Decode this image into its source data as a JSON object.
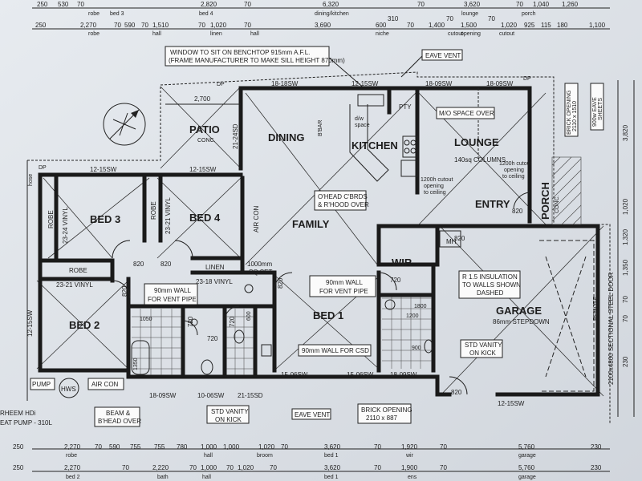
{
  "rooms": {
    "patio": "PATIO",
    "patio_sub": "CONC.",
    "dining": "DINING",
    "kitchen": "KITCHEN",
    "lounge": "LOUNGE",
    "bed3": "BED 3",
    "bed4": "BED 4",
    "family": "FAMILY",
    "entry": "ENTRY",
    "porch": "PORCH",
    "porch_sub": "CONC.",
    "wir": "WIR",
    "bed2": "BED 2",
    "bed1": "BED 1",
    "garage": "GARAGE",
    "garage_sub": "86mm STEPDOWN",
    "robe": "ROBE",
    "linen": "LINEN",
    "pty": "PTY",
    "bbar": "B'BAR"
  },
  "notes": {
    "window_line1": "WINDOW TO SIT ON BENCHTOP 915mm A.F.L.",
    "window_line2": "(FRAME MANUFACTURER TO MAKE SILL HEIGHT 870mm)",
    "eave_vent_top": "EAVE VENT",
    "eave_vent_bottom": "EAVE VENT",
    "mo_space": "M/O SPACE OVER",
    "columns": "140sq COLUMNS",
    "ohead_1": "O'HEAD C'BRDS",
    "ohead_2": "& R'HOOD OVER",
    "vent_pipe_bed1_1": "90mm WALL",
    "vent_pipe_bed1_2": "FOR VENT PIPE",
    "vent_pipe_bath_1": "90mm WALL",
    "vent_pipe_bath_2": "FOR VENT PIPE",
    "csd_wall": "90mm WALL FOR CSD",
    "insulation_1": "R 1.5 INSULATION",
    "insulation_2": "TO WALLS SHOWN",
    "insulation_3": "DASHED",
    "std_vanity_1": "STD VANITY",
    "std_vanity_2": "ON KICK",
    "std_vanity_b1": "STD VANITY",
    "std_vanity_b2": "ON KICK",
    "beam_1": "BEAM &",
    "beam_2": "B'HEAD OVER",
    "brick_opening_1": "BRICK OPENING",
    "brick_opening_2": "2110 x 887",
    "brick_side_1": "BRICK OPENING",
    "brick_side_2": "2110 x 1510",
    "eave_sheets_1": "900w EAVE",
    "eave_sheets_2": "SHEETS",
    "sectional_door": "2100x4800 SECTIONAL STEEL DOOR",
    "pump": "PUMP",
    "hws": "HWS",
    "aircon": "AIR CON",
    "aircon_v": "AIR CON",
    "rheem_1": "RHEEM HDi",
    "rheem_2": "EAT PUMP - 310L",
    "remote": "REMOTE",
    "mh": "MH",
    "sq_set": "1000mm",
    "sq_set2": "SQ SET",
    "hose_cock": "hose",
    "dp": "DP",
    "cutout_1": "1200h cutout",
    "cutout_2": "opening",
    "cutout_3": "to ceiling",
    "dw": "d/w",
    "dw2": "space"
  },
  "walls": {
    "v1": "23-24 VINYL",
    "v2": "23-21 VINYL",
    "v3": "23-21 VINYL",
    "v4": "23-18 VINYL",
    "w1": "12-15SW",
    "w2": "12-15SW",
    "w3": "18-18SW",
    "w4": "12-15SW",
    "w5": "18-09SW",
    "w6": "18-09SW",
    "w7": "21-24SD",
    "w8": "12-15SW",
    "w9": "18-09SW",
    "w10": "10-06SW",
    "w11": "21-15SD",
    "w12": "15-06SW",
    "w13": "15-06SW",
    "w14": "18-09SW",
    "w15": "12-15SW",
    "d820": "820",
    "d720": "720"
  },
  "top_dims_1": [
    "250",
    "530",
    "70",
    "2,820",
    "70",
    "6,320",
    "70",
    "3,620",
    "70",
    "1,040",
    "1,260"
  ],
  "top_dims_1_labels": [
    "robe",
    "bed 3",
    "bed 4",
    "dining/kitchen",
    "lounge",
    "porch"
  ],
  "top_dims_2": [
    "250",
    "2,270",
    "70",
    "590",
    "70",
    "1,510",
    "70",
    "1,020",
    "70",
    "3,690",
    "600",
    "310",
    "70",
    "1,400",
    "70",
    "1,500",
    "70",
    "1,020",
    "925",
    "115",
    "180",
    "1,100"
  ],
  "top_dims_2_labels": [
    "robe",
    "hall",
    "linen",
    "hall",
    "niche",
    "cutout",
    "opening",
    "cutout"
  ],
  "top_mid": "2,700",
  "bottom_dims_1": [
    "250",
    "2,270",
    "70",
    "590",
    "755",
    "755",
    "780",
    "1,000",
    "1,000",
    "1,020",
    "70",
    "3,620",
    "70",
    "1,920",
    "70",
    "5,760",
    "230"
  ],
  "bottom_dims_1_labels": [
    "robe",
    "hall",
    "broom",
    "bed 1",
    "wir",
    "garage"
  ],
  "bottom_dims_2": [
    "250",
    "2,270",
    "70",
    "2,220",
    "70",
    "1,000",
    "70",
    "1,020",
    "70",
    "3,620",
    "70",
    "1,900",
    "70",
    "5,760",
    "230"
  ],
  "bottom_dims_2_labels": [
    "bed 2",
    "bath",
    "hall",
    "bed 1",
    "ens",
    "garage"
  ],
  "right_dims": [
    "3,820",
    "1,020",
    "1,320",
    "1,350",
    "70",
    "70",
    "230"
  ],
  "door_dims": {
    "d1": "1200",
    "d2": "1800",
    "d3": "1350",
    "d4": "1050",
    "d5": "600",
    "d6": "900"
  },
  "colors": {
    "paper": "#dfe4ea",
    "ink": "#1a1a1a"
  }
}
